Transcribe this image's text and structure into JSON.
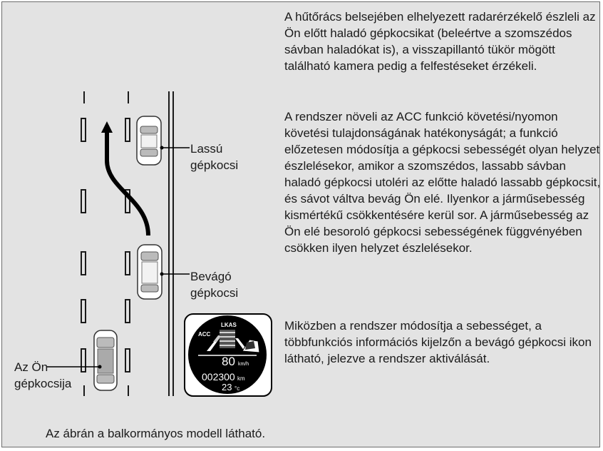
{
  "text": {
    "para1": "A hűtőrács belsejében elhelyezett radarérzékelő észleli az Ön előtt haladó gépkocsikat (beleértve a szomszédos sávban haladókat is), a visszapillantó tükör mögött található kamera pedig a felfestéseket érzékeli.",
    "para2": "A rendszer növeli az ACC funkció követési/nyomon követési tulajdonságának hatékonyságát; a funkció előzetesen módosítja a gépkocsi sebességét olyan helyzet észlelésekor, amikor a szomszédos, lassabb sávban haladó gépkocsi utoléri az előtte haladó lassabb gépkocsit, és sávot váltva bevág Ön elé. Ilyenkor a járműsebesség kismértékű csökkentésére kerül sor. A járműsebesség az Ön elé besoroló gépkocsi sebességének függvényében csökken ilyen helyzet észlelésekor.",
    "para3": "Miközben a rendszer módosítja a sebességet, a többfunkciós információs kijelzőn a bevágó gépkocsi ikon látható, jelezve a rendszer aktiválását.",
    "footnote": "Az ábrán a balkormányos modell látható."
  },
  "labels": {
    "slow_line1": "Lassú",
    "slow_line2": "gépkocsi",
    "cut_line1": "Bevágó",
    "cut_line2": "gépkocsi",
    "own_line1": "Az Ön",
    "own_line2": "gépkocsija"
  },
  "display": {
    "lkas": "LKAS",
    "acc": "ACC",
    "speed": "80",
    "speed_unit": "km/h",
    "odometer": "002300",
    "odometer_unit": "km",
    "temperature": "23",
    "temperature_unit": "°c"
  },
  "colors": {
    "panel_bg": "#e3e3e3",
    "display_bg": "#000000",
    "road_line": "#1a1a1a"
  }
}
